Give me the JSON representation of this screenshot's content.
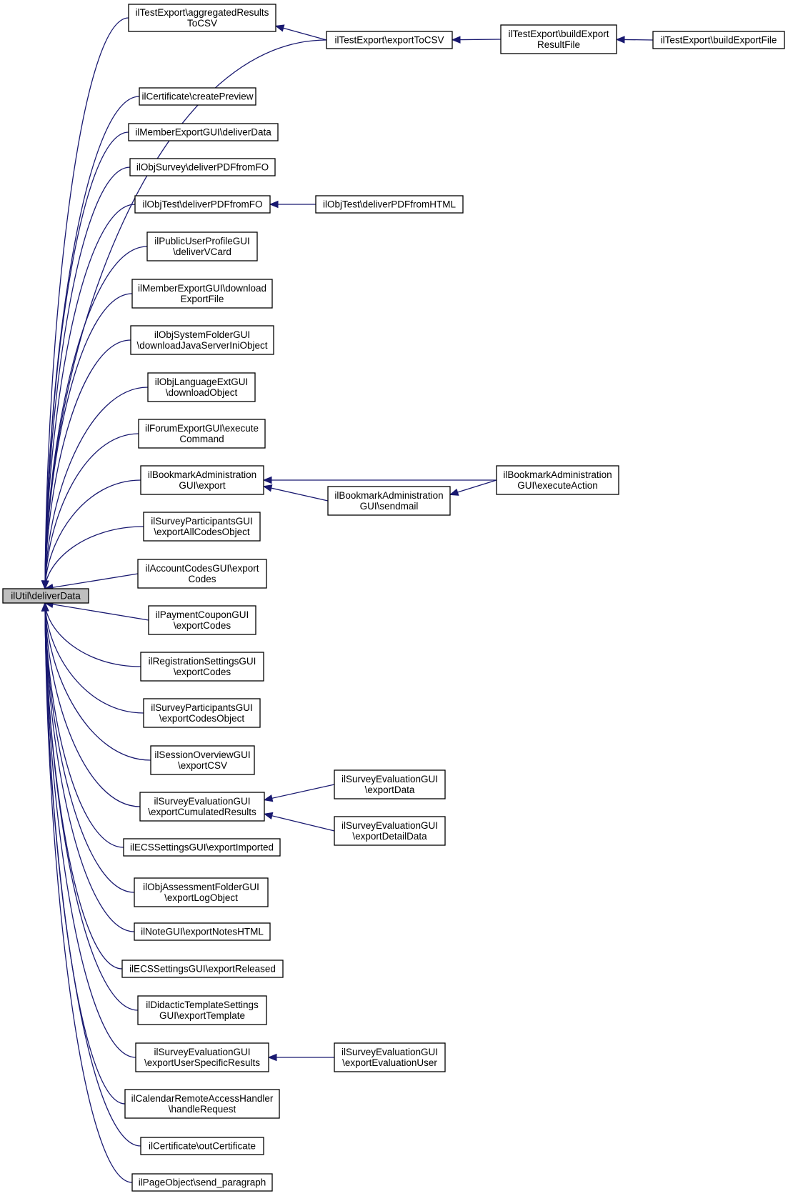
{
  "colors": {
    "edge": "#191970",
    "root_fill": "#bfbfbf",
    "node_fill": "#ffffff",
    "border": "#000000"
  },
  "nodes": [
    {
      "id": "root",
      "label": [
        "ilUtil\\deliverData"
      ],
      "root": true
    },
    {
      "id": "aggregated",
      "label": [
        "ilTestExport\\aggregatedResults",
        "ToCSV"
      ]
    },
    {
      "id": "exportToCSV",
      "label": [
        "ilTestExport\\exportToCSV"
      ]
    },
    {
      "id": "buildExportResultFile",
      "label": [
        "ilTestExport\\buildExport",
        "ResultFile"
      ]
    },
    {
      "id": "buildExportFile",
      "label": [
        "ilTestExport\\buildExportFile"
      ]
    },
    {
      "id": "createPreview",
      "label": [
        "ilCertificate\\createPreview"
      ]
    },
    {
      "id": "memberDeliverData",
      "label": [
        "ilMemberExportGUI\\deliverData"
      ]
    },
    {
      "id": "surveyPdf",
      "label": [
        "ilObjSurvey\\deliverPDFfromFO"
      ]
    },
    {
      "id": "testPdf",
      "label": [
        "ilObjTest\\deliverPDFfromFO"
      ]
    },
    {
      "id": "testPdfHtml",
      "label": [
        "ilObjTest\\deliverPDFfromHTML"
      ]
    },
    {
      "id": "vcard",
      "label": [
        "ilPublicUserProfileGUI",
        "\\deliverVCard"
      ]
    },
    {
      "id": "downloadExport",
      "label": [
        "ilMemberExportGUI\\download",
        "ExportFile"
      ]
    },
    {
      "id": "javaServer",
      "label": [
        "ilObjSystemFolderGUI",
        "\\downloadJavaServerIniObject"
      ]
    },
    {
      "id": "langExt",
      "label": [
        "ilObjLanguageExtGUI",
        "\\downloadObject"
      ]
    },
    {
      "id": "forumExec",
      "label": [
        "ilForumExportGUI\\execute",
        "Command"
      ]
    },
    {
      "id": "bookmarkExport",
      "label": [
        "ilBookmarkAdministration",
        "GUI\\export"
      ]
    },
    {
      "id": "bookmarkSendmail",
      "label": [
        "ilBookmarkAdministration",
        "GUI\\sendmail"
      ]
    },
    {
      "id": "bookmarkExecute",
      "label": [
        "ilBookmarkAdministration",
        "GUI\\executeAction"
      ]
    },
    {
      "id": "surveyAllCodes",
      "label": [
        "ilSurveyParticipantsGUI",
        "\\exportAllCodesObject"
      ]
    },
    {
      "id": "accountCodes",
      "label": [
        "ilAccountCodesGUI\\export",
        "Codes"
      ]
    },
    {
      "id": "paymentCoupon",
      "label": [
        "ilPaymentCouponGUI",
        "\\exportCodes"
      ]
    },
    {
      "id": "registration",
      "label": [
        "ilRegistrationSettingsGUI",
        "\\exportCodes"
      ]
    },
    {
      "id": "surveyCodes",
      "label": [
        "ilSurveyParticipantsGUI",
        "\\exportCodesObject"
      ]
    },
    {
      "id": "sessionCsv",
      "label": [
        "ilSessionOverviewGUI",
        "\\exportCSV"
      ]
    },
    {
      "id": "surveyCumulated",
      "label": [
        "ilSurveyEvaluationGUI",
        "\\exportCumulatedResults"
      ]
    },
    {
      "id": "surveyExportData",
      "label": [
        "ilSurveyEvaluationGUI",
        "\\exportData"
      ]
    },
    {
      "id": "surveyDetail",
      "label": [
        "ilSurveyEvaluationGUI",
        "\\exportDetailData"
      ]
    },
    {
      "id": "ecsImported",
      "label": [
        "ilECSSettingsGUI\\exportImported"
      ]
    },
    {
      "id": "assessmentLog",
      "label": [
        "ilObjAssessmentFolderGUI",
        "\\exportLogObject"
      ]
    },
    {
      "id": "notesHtml",
      "label": [
        "ilNoteGUI\\exportNotesHTML"
      ]
    },
    {
      "id": "ecsReleased",
      "label": [
        "ilECSSettingsGUI\\exportReleased"
      ]
    },
    {
      "id": "didactic",
      "label": [
        "ilDidacticTemplateSettings",
        "GUI\\exportTemplate"
      ]
    },
    {
      "id": "surveyUserSpecific",
      "label": [
        "ilSurveyEvaluationGUI",
        "\\exportUserSpecificResults"
      ]
    },
    {
      "id": "surveyEvalUser",
      "label": [
        "ilSurveyEvaluationGUI",
        "\\exportEvaluationUser"
      ]
    },
    {
      "id": "calendarRemote",
      "label": [
        "ilCalendarRemoteAccessHandler",
        "\\handleRequest"
      ]
    },
    {
      "id": "outCertificate",
      "label": [
        "ilCertificate\\outCertificate"
      ]
    },
    {
      "id": "sendParagraph",
      "label": [
        "ilPageObject\\send_paragraph"
      ]
    }
  ],
  "edges": [
    [
      "aggregated",
      "root"
    ],
    [
      "exportToCSV",
      "root"
    ],
    [
      "createPreview",
      "root"
    ],
    [
      "memberDeliverData",
      "root"
    ],
    [
      "surveyPdf",
      "root"
    ],
    [
      "testPdf",
      "root"
    ],
    [
      "vcard",
      "root"
    ],
    [
      "downloadExport",
      "root"
    ],
    [
      "javaServer",
      "root"
    ],
    [
      "langExt",
      "root"
    ],
    [
      "forumExec",
      "root"
    ],
    [
      "bookmarkExport",
      "root"
    ],
    [
      "surveyAllCodes",
      "root"
    ],
    [
      "accountCodes",
      "root"
    ],
    [
      "paymentCoupon",
      "root"
    ],
    [
      "registration",
      "root"
    ],
    [
      "surveyCodes",
      "root"
    ],
    [
      "sessionCsv",
      "root"
    ],
    [
      "surveyCumulated",
      "root"
    ],
    [
      "ecsImported",
      "root"
    ],
    [
      "assessmentLog",
      "root"
    ],
    [
      "notesHtml",
      "root"
    ],
    [
      "ecsReleased",
      "root"
    ],
    [
      "didactic",
      "root"
    ],
    [
      "surveyUserSpecific",
      "root"
    ],
    [
      "calendarRemote",
      "root"
    ],
    [
      "outCertificate",
      "root"
    ],
    [
      "sendParagraph",
      "root"
    ],
    [
      "exportToCSV",
      "aggregated"
    ],
    [
      "buildExportResultFile",
      "exportToCSV"
    ],
    [
      "buildExportFile",
      "buildExportResultFile"
    ],
    [
      "testPdfHtml",
      "testPdf"
    ],
    [
      "bookmarkExecute",
      "bookmarkExport"
    ],
    [
      "bookmarkSendmail",
      "bookmarkExport"
    ],
    [
      "bookmarkExecute",
      "bookmarkSendmail"
    ],
    [
      "surveyExportData",
      "surveyCumulated"
    ],
    [
      "surveyDetail",
      "surveyCumulated"
    ],
    [
      "surveyEvalUser",
      "surveyUserSpecific"
    ]
  ]
}
